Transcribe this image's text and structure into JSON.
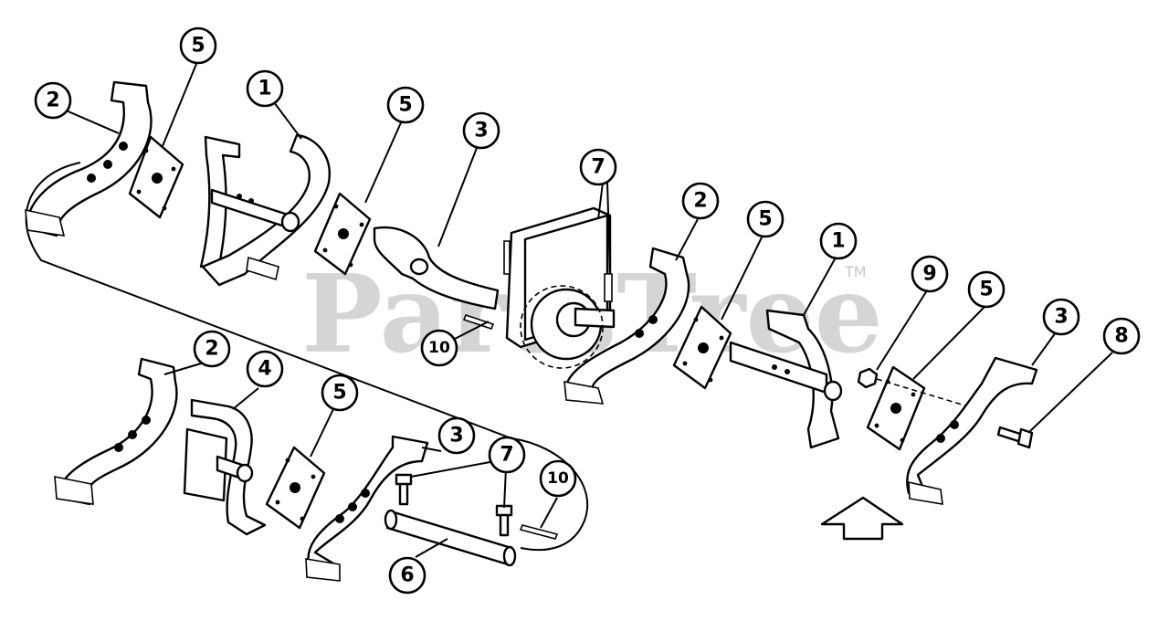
{
  "watermark": {
    "text": "PartsTree",
    "trademark": "TM"
  },
  "callouts": [
    {
      "id": "c-2a",
      "label": "2"
    },
    {
      "id": "c-5a",
      "label": "5"
    },
    {
      "id": "c-1a",
      "label": "1"
    },
    {
      "id": "c-5b",
      "label": "5"
    },
    {
      "id": "c-3a",
      "label": "3"
    },
    {
      "id": "c-7a",
      "label": "7"
    },
    {
      "id": "c-10a",
      "label": "10"
    },
    {
      "id": "c-2b",
      "label": "2"
    },
    {
      "id": "c-5c",
      "label": "5"
    },
    {
      "id": "c-1b",
      "label": "1"
    },
    {
      "id": "c-9",
      "label": "9"
    },
    {
      "id": "c-5d",
      "label": "5"
    },
    {
      "id": "c-3b",
      "label": "3"
    },
    {
      "id": "c-8",
      "label": "8"
    },
    {
      "id": "c-2c",
      "label": "2"
    },
    {
      "id": "c-4",
      "label": "4"
    },
    {
      "id": "c-5e",
      "label": "5"
    },
    {
      "id": "c-3c",
      "label": "3"
    },
    {
      "id": "c-7b",
      "label": "7"
    },
    {
      "id": "c-10b",
      "label": "10"
    },
    {
      "id": "c-6",
      "label": "6"
    }
  ],
  "icons": {
    "direction_arrow": "up-arrow-icon"
  },
  "colors": {
    "ink": "#000000",
    "background": "#ffffff"
  }
}
